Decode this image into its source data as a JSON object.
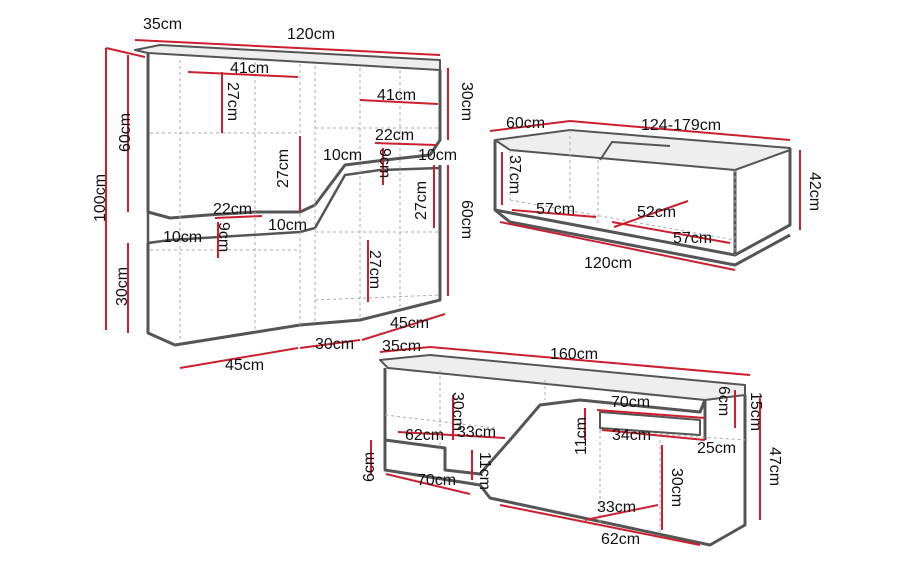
{
  "colors": {
    "outline": "#555555",
    "dim_line": "#cc1f2f",
    "guide": "#999999",
    "shadow": "#dddddd"
  },
  "wall_unit": {
    "depth": "35cm",
    "width": "120cm",
    "shelf_w1": "41cm",
    "shelf_h1": "27cm",
    "shelf_w2": "41cm",
    "top_h": "30cm",
    "upper_h": "60cm",
    "total_h": "100cm",
    "slot_w": "22cm",
    "slot_h": "9cm",
    "niche_l": "10cm",
    "niche_r": "10cm",
    "mid_h": "27cm",
    "right_h1": "27cm",
    "right_h2": "60cm",
    "lower_slot_w": "22cm",
    "lower_niche": "10cm",
    "lower_slot_h": "9cm",
    "lower_left_niche": "10cm",
    "lower_h": "30cm",
    "lower_right_h": "27cm",
    "bottom_45l": "45cm",
    "bottom_30": "30cm",
    "bottom_45r": "45cm"
  },
  "coffee_table": {
    "depth": "60cm",
    "width_range": "124-179cm",
    "inner_h": "37cm",
    "height": "42cm",
    "inner_w1": "57cm",
    "inner_w2": "52cm",
    "inner_w3": "57cm",
    "base_w": "120cm"
  },
  "tv_stand": {
    "depth": "35cm",
    "width": "160cm",
    "shelf_w": "70cm",
    "top_h": "6cm",
    "panel_h": "15cm",
    "inner_h": "30cm",
    "w62": "62cm",
    "w33": "33cm",
    "slot_h": "11cm",
    "w34": "34cm",
    "w25": "25cm",
    "height": "47cm",
    "left_h": "6cm",
    "bottom_70": "70cm",
    "bottom_11": "11cm",
    "right_h": "30cm",
    "inner_33": "33cm",
    "bottom_62": "62cm"
  }
}
